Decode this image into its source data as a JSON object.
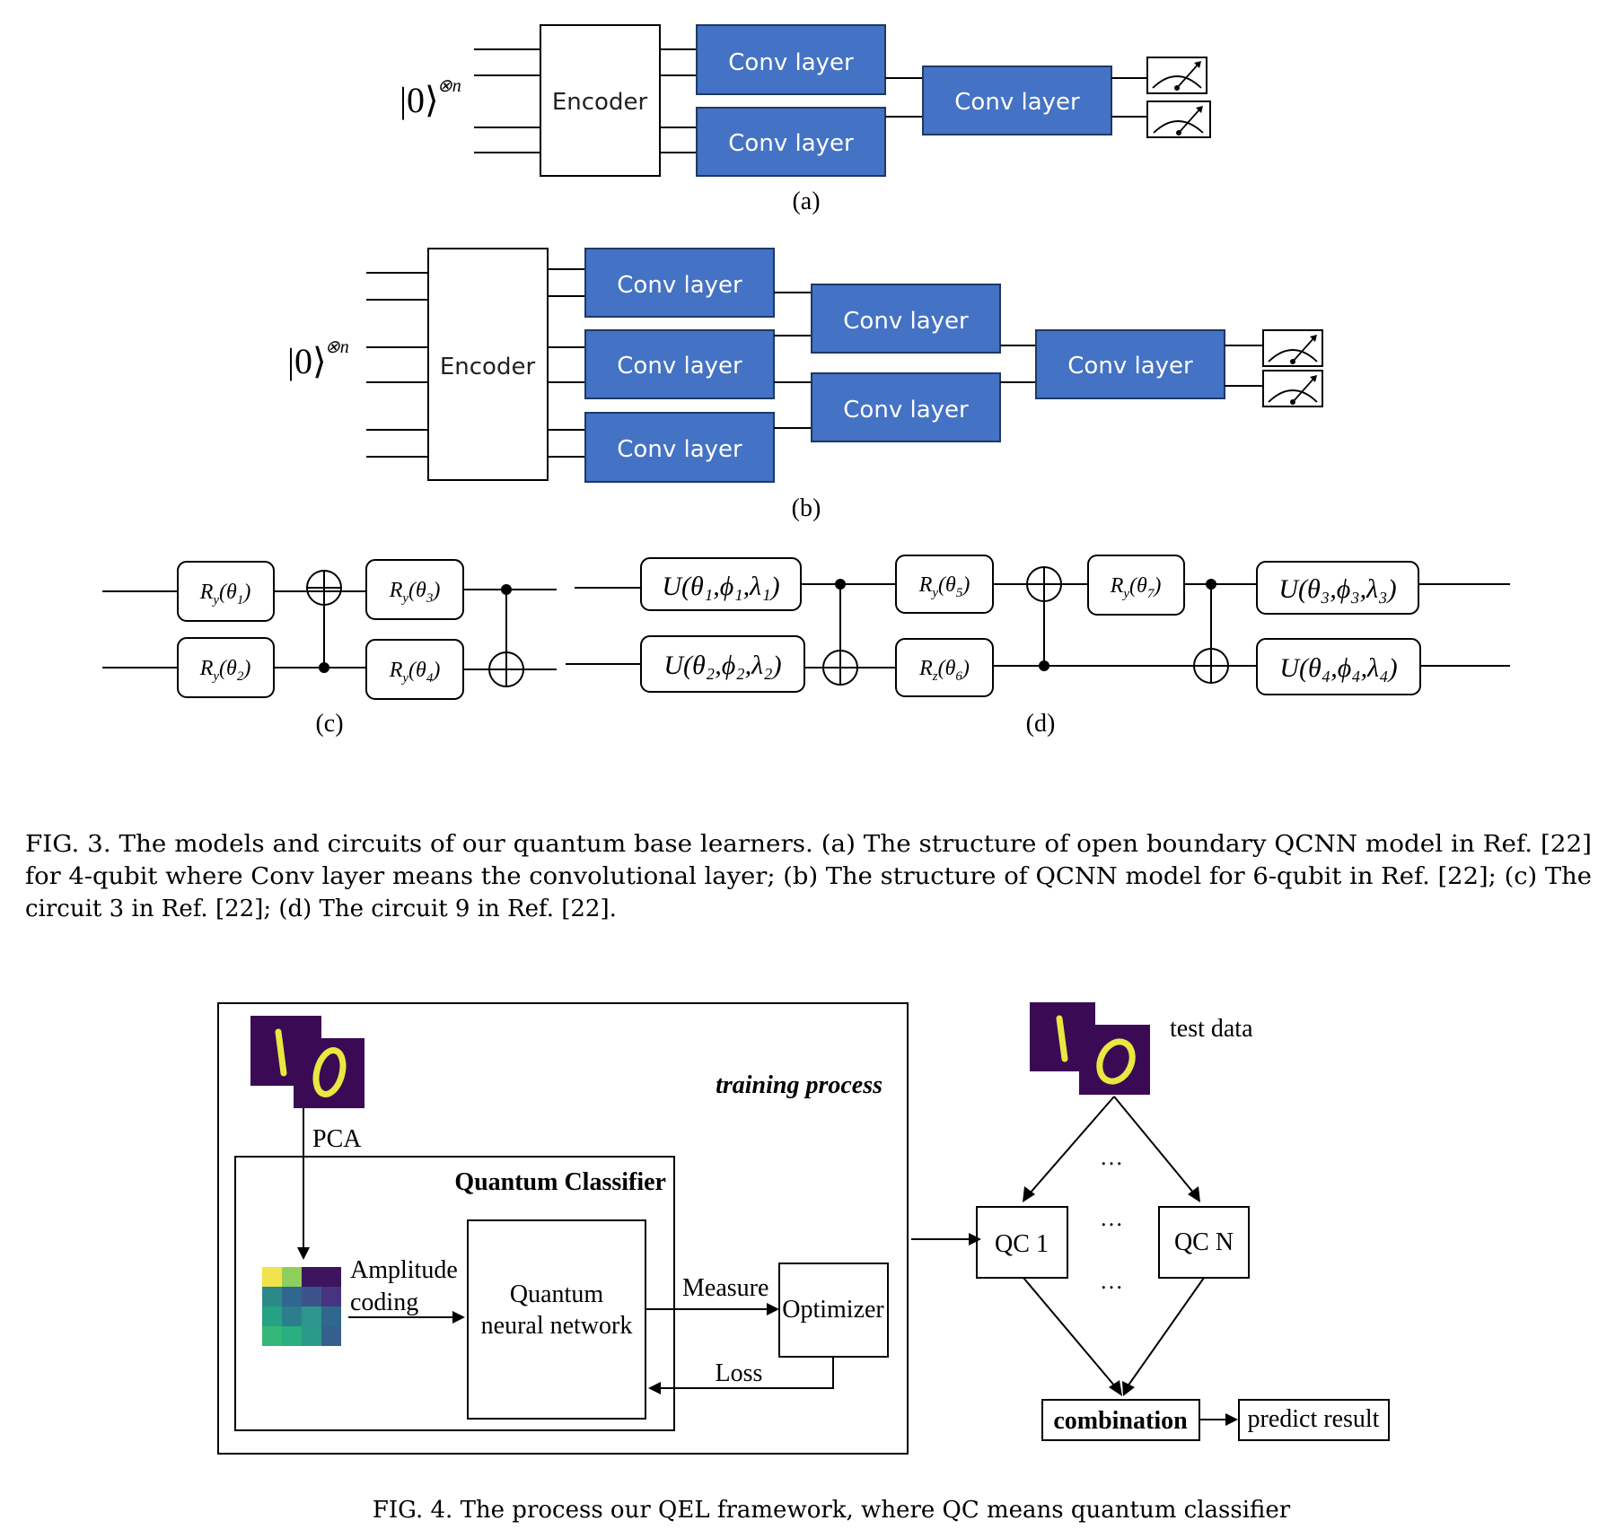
{
  "fig3": {
    "state_label": "|0⟩",
    "state_sup": "⊗n",
    "encoder": "Encoder",
    "conv_layer": "Conv layer",
    "conv_layer_spaced": "Conv  layer",
    "sub_a": "(a)",
    "sub_b": "(b)",
    "sub_c": "(c)",
    "sub_d": "(d)",
    "gates_c": {
      "ry1": "R",
      "ry1_sub": "y",
      "ry1_arg": "(θ",
      "ry1_idx": "1",
      "ry2_idx": "2",
      "ry3_idx": "3",
      "ry4_idx": "4",
      "close": ")"
    },
    "gates_d": {
      "u1": "U(θ₁,ϕ₁,λ₁)",
      "u2": "U(θ₂,ϕ₂,λ₂)",
      "u3": "U(θ₃,ϕ₃,λ₃)",
      "u4": "U(θ₄,ϕ₄,λ₄)",
      "ry5": "Rᵧ(θ₅)",
      "rz6": "R_z(θ₆)",
      "ry7": "Rᵧ(θ₇)"
    },
    "caption_lines": [
      "FIG. 3. The models and circuits of our quantum base learners. (a) The structure of open boundary QCNN model in Ref. [22]",
      "for 4-qubit where Conv layer means the convolutional layer; (b) The structure of QCNN model for 6-qubit in Ref. [22]; (c) The",
      "circuit 3 in Ref. [22]; (d) The circuit 9 in Ref. [22]."
    ]
  },
  "fig4": {
    "training_process": "training process",
    "pca": "PCA",
    "quantum_classifier": "Quantum Classifier",
    "amplitude": "Amplitude",
    "coding": "coding",
    "qnn_line1": "Quantum",
    "qnn_line2": "neural network",
    "measure": "Measure",
    "optimizer": "Optimizer",
    "loss": "Loss",
    "test_data": "test data",
    "qc1": "QC 1",
    "qcn": "QC N",
    "dots": "…",
    "combination": "combination",
    "predict_result": "predict result",
    "caption": "FIG. 4. The process our QEL framework, where QC means quantum classifier"
  },
  "colors": {
    "conv_fill": "#4472C4",
    "digit_bg": "#3b0a55",
    "digit_stroke": "#e8e840"
  }
}
